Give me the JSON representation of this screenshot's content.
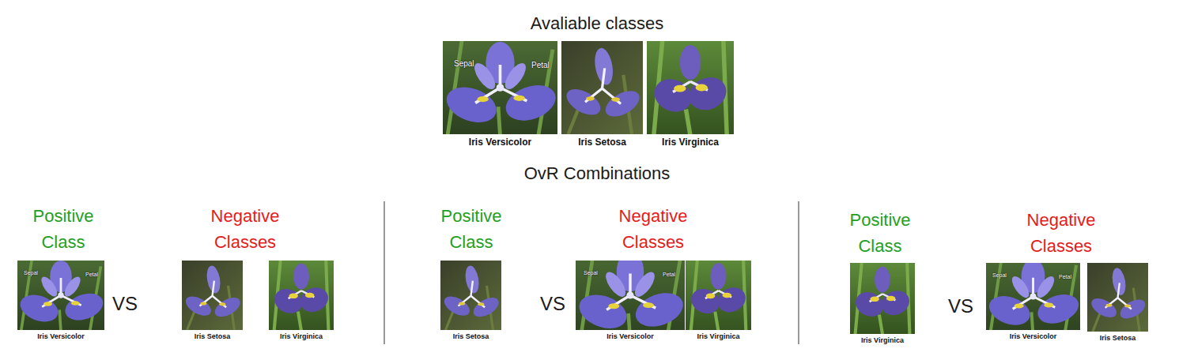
{
  "diagram": {
    "title": "Avaliable classes",
    "nodes": [
      {
        "text": [
          "Sepal",
          "Petal",
          "Iris Versicolor"
        ]
      },
      {
        "text": [
          "Iris Setosa"
        ]
      },
      {
        "text": [
          "Iris Virginica"
        ]
      },
      {
        "text": [
          "Sepal",
          "Petal",
          "Iris Versicolor"
        ]
      },
      {
        "text": [
          "Iris Setosa"
        ]
      },
      {
        "text": [
          "Iris Virginica"
        ]
      },
      {
        "text": [
          "Iris Setosa"
        ]
      },
      {
        "text": [
          "Sepal",
          "Petal",
          "Iris Versicolor"
        ]
      },
      {
        "text": [
          "Iris Virginica"
        ]
      },
      {
        "text": [
          "Iris Virginica"
        ]
      },
      {
        "text": [
          "Sepal",
          "Petal",
          "Iris Versicolor"
        ]
      },
      {
        "text": [
          "Iris Setosa"
        ]
      }
    ],
    "labels": [
      "OvR Combinations",
      "Positive Class",
      "Negative Classes",
      "VS",
      "Positive Class",
      "Negative Classes",
      "VS",
      "Positive Class",
      "Negative Classes",
      "VS"
    ]
  }
}
